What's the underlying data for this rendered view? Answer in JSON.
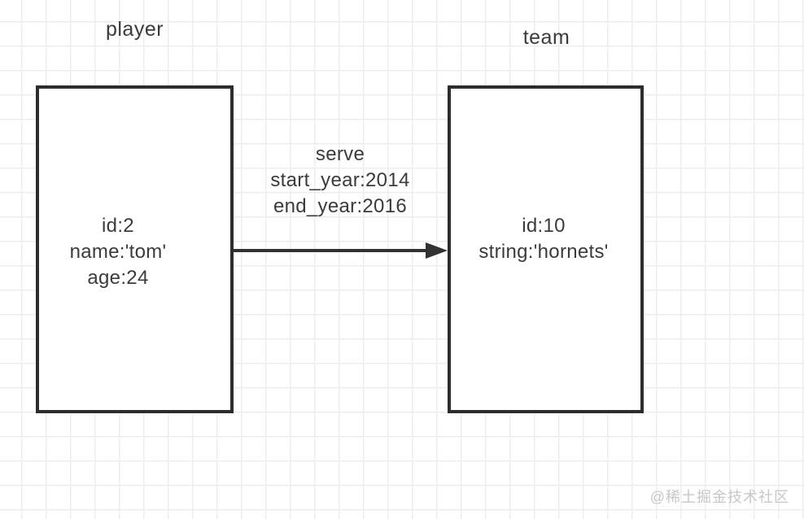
{
  "diagram": {
    "nodes": [
      {
        "id": "player",
        "label": "player",
        "lines": [
          "id:2",
          "name:'tom'",
          "age:24"
        ]
      },
      {
        "id": "team",
        "label": "team",
        "lines": [
          "id:10",
          "string:'hornets'"
        ]
      }
    ],
    "edge": {
      "from": "player",
      "to": "team",
      "label_lines": [
        "serve",
        "start_year:2014",
        "end_year:2016"
      ]
    },
    "colors": {
      "background": "#ffffff",
      "grid_line": "#ededed",
      "node_border": "#2d2d2d",
      "text": "#3b3b3b",
      "arrow": "#323232",
      "watermark": "#c7c7c7"
    }
  },
  "watermark_text": "@稀土掘金技术社区"
}
